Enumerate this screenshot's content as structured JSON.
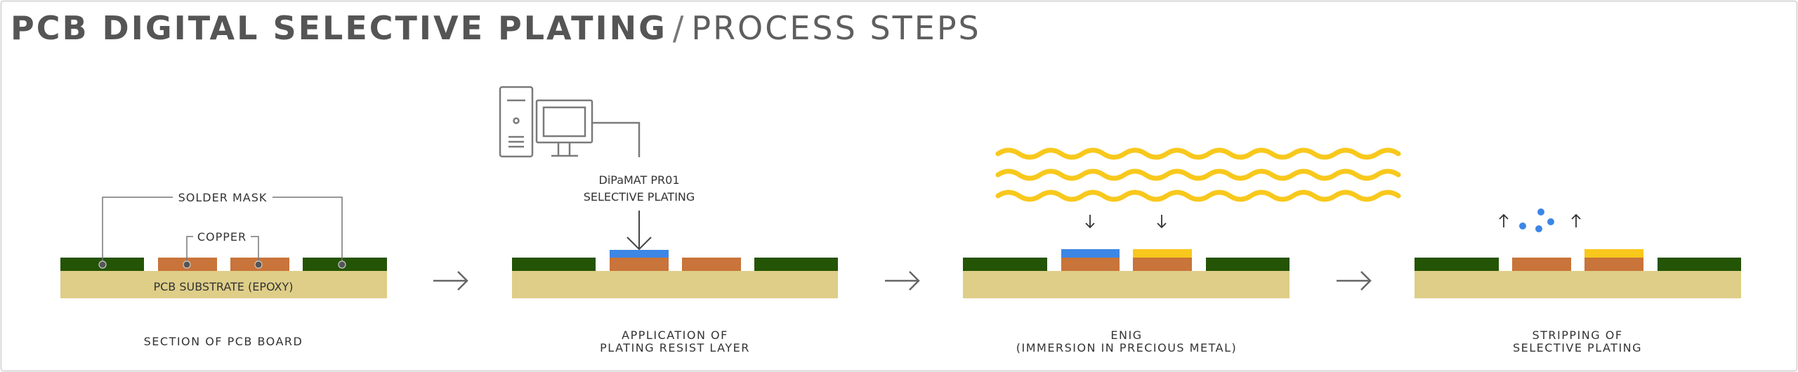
{
  "title": {
    "main": "PCB DIGITAL SELECTIVE PLATING",
    "separator": "/",
    "sub": "PROCESS STEPS"
  },
  "step1": {
    "solder_mask_label": "SOLDER MASK",
    "copper_label": "COPPER",
    "substrate_label": "PCB SUBSTRATE (EPOXY)",
    "caption_line1": "SECTION OF PCB BOARD"
  },
  "step2": {
    "machine_line1": "DiPaMAT PR01",
    "machine_line2": "SELECTIVE PLATING",
    "caption_line1": "APPLICATION OF",
    "caption_line2": "PLATING RESIST LAYER"
  },
  "step3": {
    "caption_line1": "ENIG",
    "caption_line2": "(IMMERSION IN PRECIOUS METAL)"
  },
  "step4": {
    "caption_line1": "STRIPPING OF",
    "caption_line2": "SELECTIVE PLATING"
  },
  "icons": {
    "computer": "computer-icon",
    "arrow": "arrow-right-icon"
  },
  "colors": {
    "solder_mask": "#245406",
    "copper": "#C8743A",
    "substrate": "#DECE88",
    "resist": "#3C86E6",
    "gold": "#F8C81C",
    "text": "#333333",
    "line": "#777777"
  }
}
